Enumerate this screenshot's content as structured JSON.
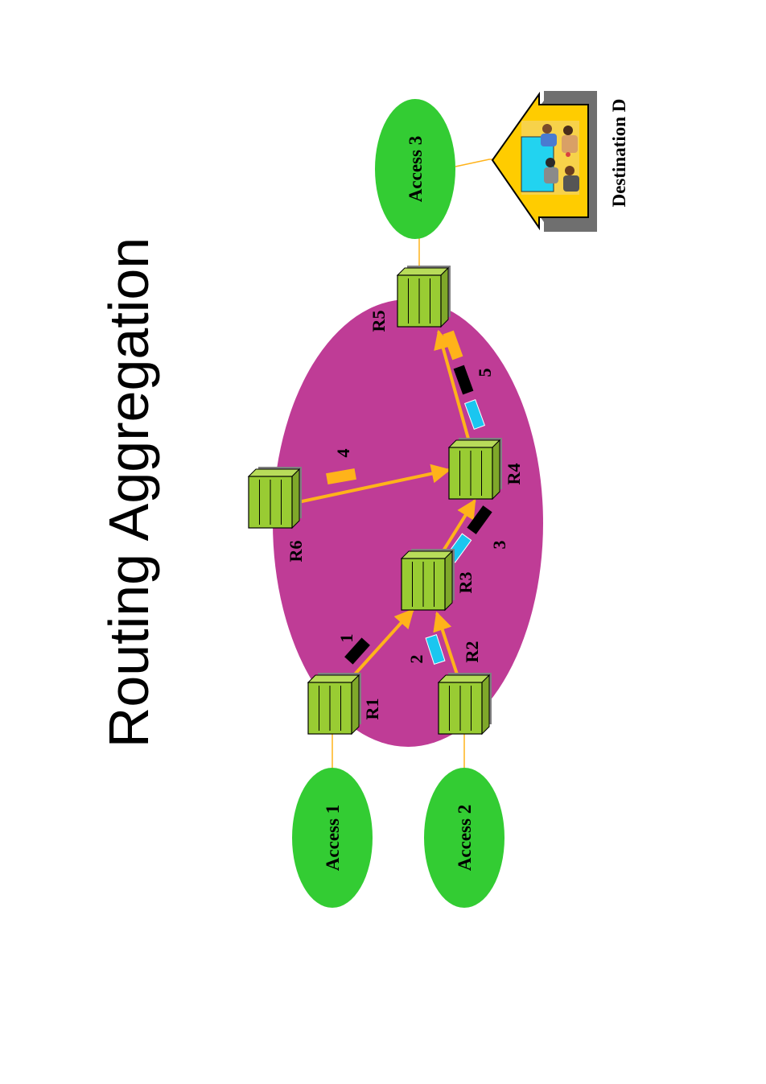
{
  "title": "Routing Aggregation",
  "colors": {
    "network_cloud": "#bf3c96",
    "access_node": "#33cc33",
    "router_face": "#99cc33",
    "router_shadow": "#808080",
    "link": "#ffb31a",
    "packet_black": "#000000",
    "packet_cyan": "#1ac6f0",
    "packet_orange": "#ffb31a",
    "destination_fill": "#ffcc00"
  },
  "access_nodes": [
    {
      "id": "access1",
      "label": "Access 1"
    },
    {
      "id": "access2",
      "label": "Access 2"
    },
    {
      "id": "access3",
      "label": "Access 3"
    }
  ],
  "routers": [
    {
      "id": "r1",
      "label": "R1"
    },
    {
      "id": "r2",
      "label": "R2"
    },
    {
      "id": "r3",
      "label": "R3"
    },
    {
      "id": "r4",
      "label": "R4"
    },
    {
      "id": "r5",
      "label": "R5"
    },
    {
      "id": "r6",
      "label": "R6"
    }
  ],
  "steps": [
    "1",
    "2",
    "3",
    "4",
    "5"
  ],
  "destination": {
    "label": "Destination D",
    "icon": "house-with-people-icon"
  }
}
